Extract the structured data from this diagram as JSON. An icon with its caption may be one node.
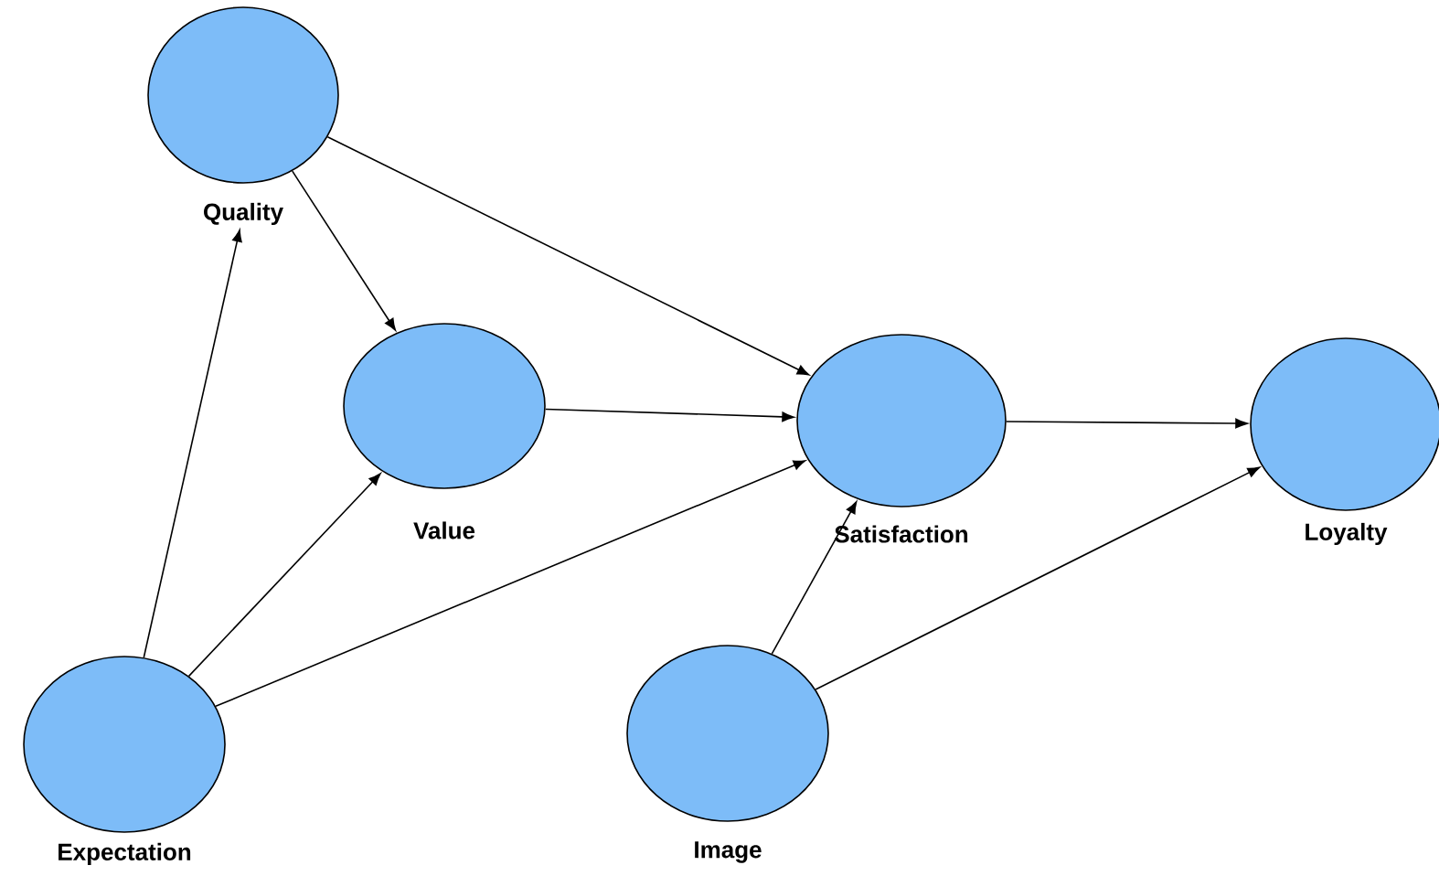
{
  "diagram": {
    "nodes": [
      {
        "text": [
          "Quality"
        ]
      },
      {
        "text": [
          "Value"
        ]
      },
      {
        "text": [
          "Satisfaction"
        ]
      },
      {
        "text": [
          "Loyalty"
        ]
      },
      {
        "text": [
          "Expectation"
        ]
      },
      {
        "text": [
          "Image"
        ]
      }
    ],
    "edges": [
      {
        "from": 4,
        "to": 0,
        "arrow": "to"
      },
      {
        "from": 0,
        "to": 1,
        "arrow": "to"
      },
      {
        "from": 0,
        "to": 2,
        "arrow": "to"
      },
      {
        "from": 1,
        "to": 2,
        "arrow": "to"
      },
      {
        "from": 4,
        "to": 1,
        "arrow": "to"
      },
      {
        "from": 4,
        "to": 2,
        "arrow": "to"
      },
      {
        "from": 2,
        "to": 3,
        "arrow": "to"
      },
      {
        "from": 5,
        "to": 2,
        "arrow": "to"
      },
      {
        "from": 5,
        "to": 3,
        "arrow": "to"
      }
    ]
  }
}
